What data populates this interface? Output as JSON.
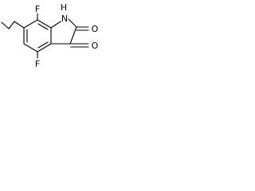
{
  "molecule": {
    "atoms": {
      "f_top": "F",
      "nh": "H",
      "n": "N",
      "o_upper": "O",
      "o_lower": "O",
      "f_bottom": "F"
    },
    "colors": {
      "bond": "#000000",
      "text": "#000000",
      "background": "#ffffff"
    }
  }
}
